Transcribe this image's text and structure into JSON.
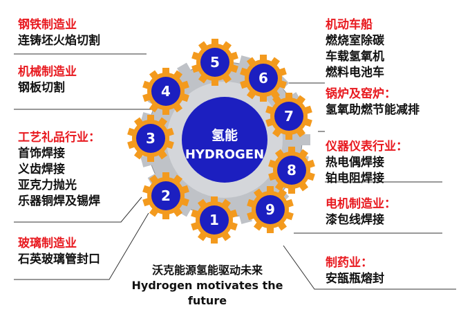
{
  "center": {
    "cn": "氢能",
    "en": "HYDROGEN"
  },
  "gears": [
    "1",
    "2",
    "3",
    "4",
    "5",
    "6",
    "7",
    "8",
    "9"
  ],
  "left_groups": [
    {
      "heading": "钢铁制造业",
      "items": [
        "连铸坯火焰切割"
      ]
    },
    {
      "heading": "机械制造业",
      "items": [
        "钢板切割"
      ]
    },
    {
      "heading": "工艺礼品行业：",
      "items": [
        "首饰焊接",
        "义齿焊接",
        "亚克力抛光",
        "乐器铜焊及锡焊"
      ]
    },
    {
      "heading": "玻璃制造业",
      "items": [
        "石英玻璃管封口"
      ]
    }
  ],
  "right_groups": [
    {
      "heading": "机动车船",
      "items": [
        "燃烧室除碳",
        "车载氢氧机",
        "燃料电池车"
      ]
    },
    {
      "heading": "锅炉及窑炉：",
      "items": [
        "氢氧助燃节能减排"
      ]
    },
    {
      "heading": "仪器仪表行业：",
      "items": [
        "热电偶焊接",
        "铂电阻焊接"
      ]
    },
    {
      "heading": "电机制造业：",
      "items": [
        "漆包线焊接"
      ]
    },
    {
      "heading": "制药业：",
      "items": [
        "安瓿瓶熔封"
      ]
    }
  ],
  "caption": {
    "line1": "沃克能源氢能驱动未来",
    "line2": "Hydrogen motivates the",
    "line3": "future"
  },
  "colors": {
    "heading": "#e8191f",
    "gear_blue": "#1c1fc0",
    "gear_orange": "#f39a1e",
    "hub_gray": "#b9bcc1"
  }
}
